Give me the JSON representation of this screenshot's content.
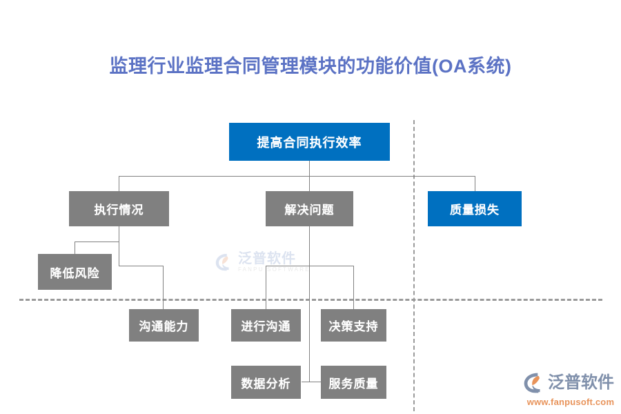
{
  "page": {
    "title": "监理行业监理合同管理模块的功能价值(OA系统)",
    "title_color": "#5b72c4",
    "background": "#ffffff"
  },
  "palette": {
    "blue": "#0070c0",
    "gray": "#808080",
    "line": "#808080",
    "dashed": "#9a9a9a",
    "logo_blue": "#8090ab",
    "logo_orange": "#e8935a"
  },
  "diagram": {
    "type": "org-chart",
    "nodes": [
      {
        "id": "n1",
        "label": "提高合同执行效率",
        "color": "blue",
        "level": 1
      },
      {
        "id": "n2",
        "label": "执行情况",
        "color": "gray",
        "level": 2
      },
      {
        "id": "n3",
        "label": "解决问题",
        "color": "gray",
        "level": 2
      },
      {
        "id": "n4",
        "label": "质量损失",
        "color": "blue",
        "level": 2
      },
      {
        "id": "n5",
        "label": "降低风险",
        "color": "gray",
        "level": 3
      },
      {
        "id": "n6",
        "label": "沟通能力",
        "color": "gray",
        "level": 4
      },
      {
        "id": "n7",
        "label": "进行沟通",
        "color": "gray",
        "level": 4
      },
      {
        "id": "n8",
        "label": "决策支持",
        "color": "gray",
        "level": 4
      },
      {
        "id": "n9",
        "label": "数据分析",
        "color": "gray",
        "level": 5
      },
      {
        "id": "n10",
        "label": "服务质量",
        "color": "gray",
        "level": 5
      }
    ],
    "edges": [
      {
        "from": "n1",
        "to": "n2"
      },
      {
        "from": "n1",
        "to": "n3"
      },
      {
        "from": "n1",
        "to": "n4"
      },
      {
        "from": "n2",
        "to": "n5"
      },
      {
        "from": "n2",
        "to": "n6"
      },
      {
        "from": "n3",
        "to": "n7"
      },
      {
        "from": "n3",
        "to": "n8"
      },
      {
        "from": "n3",
        "to": "n9"
      },
      {
        "from": "n3",
        "to": "n10"
      }
    ]
  },
  "watermark": {
    "cn": "泛普软件",
    "en": "FANPU SOFTWARE"
  },
  "logo": {
    "cn": "泛普软件",
    "url": "www.fanpusoft.com"
  }
}
